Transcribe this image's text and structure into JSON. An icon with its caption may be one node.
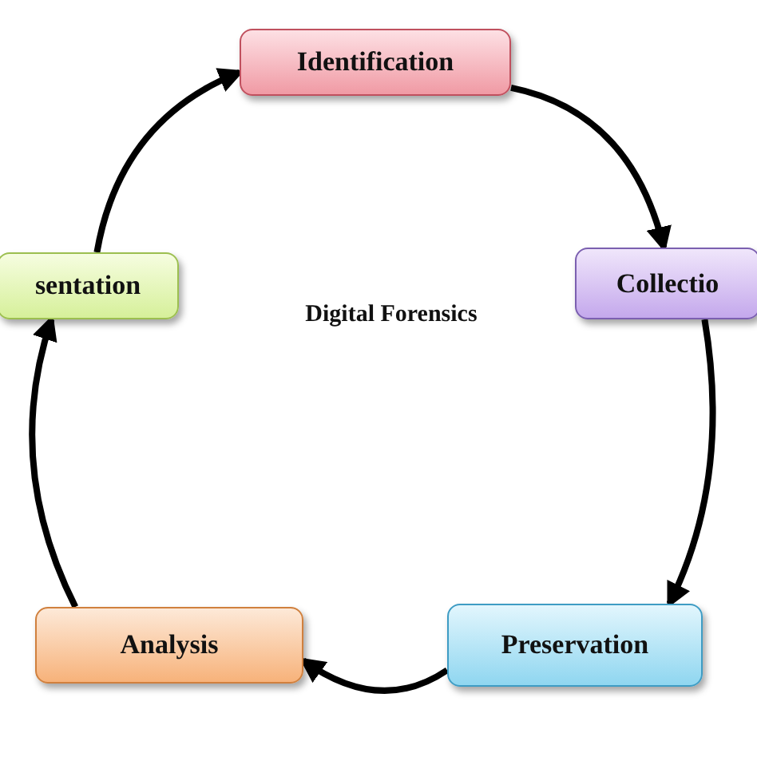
{
  "diagram": {
    "nodes": [
      {
        "text": [
          "Identification"
        ]
      },
      {
        "text": [
          "sentation"
        ]
      },
      {
        "text": [
          "Collectio"
        ]
      },
      {
        "text": [
          "Analysis"
        ]
      },
      {
        "text": [
          "Preservation"
        ]
      }
    ],
    "edges": [
      {
        "from": 0,
        "to": 2,
        "arrow": "to"
      },
      {
        "from": 2,
        "to": 4,
        "arrow": "to"
      },
      {
        "from": 4,
        "to": 3,
        "arrow": "to"
      },
      {
        "from": 3,
        "to": 1,
        "arrow": "to"
      },
      {
        "from": 1,
        "to": 0,
        "arrow": "to"
      }
    ],
    "labels": [
      "Digital Forensics"
    ]
  }
}
